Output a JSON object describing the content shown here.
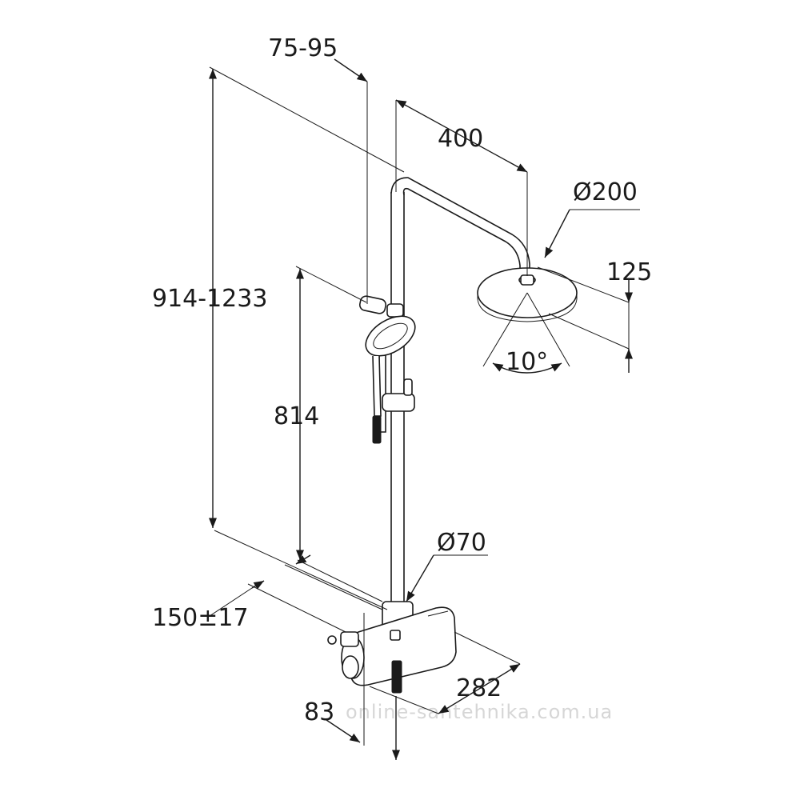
{
  "dimensions": {
    "arm_offset": "75-95",
    "arm_length": "400",
    "head_diameter": "Ø200",
    "head_height": "125",
    "column_height": "914-1233",
    "spray_angle": "10°",
    "handshower_height": "814",
    "column_diameter": "Ø70",
    "wall_spacing": "150±17",
    "mixer_width": "282",
    "mixer_depth": "83"
  },
  "watermark": "online-santehnika.com.ua",
  "colors": {
    "line": "#1a1a1a",
    "watermark": "#d6d6d6",
    "background": "#ffffff"
  }
}
